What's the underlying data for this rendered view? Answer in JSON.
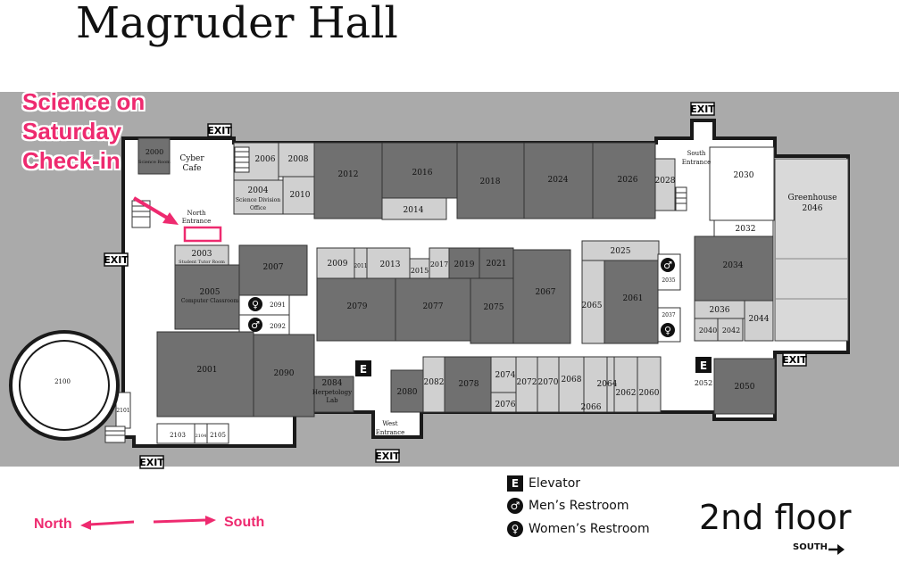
{
  "title": "Magruder Hall",
  "callout": {
    "line1": "Science on",
    "line2": "Saturday",
    "line3": "Check-in",
    "color": "#ee2a6f"
  },
  "directions": {
    "north": "North",
    "south": "South"
  },
  "floor": {
    "label": "2nd floor",
    "south_indicator": "SOUTH"
  },
  "legend": [
    {
      "icon": "elevator-icon",
      "symbol": "E",
      "label": "Elevator"
    },
    {
      "icon": "mens-restroom-icon",
      "symbol": "♂",
      "label": "Men’s Restroom"
    },
    {
      "icon": "womens-restroom-icon",
      "symbol": "♀",
      "label": "Women’s Restroom"
    }
  ],
  "exits": [
    "EXIT",
    "EXIT",
    "EXIT",
    "EXIT",
    "EXIT",
    "EXIT"
  ],
  "entrances": {
    "north": [
      "North",
      "Entrance"
    ],
    "south": [
      "South",
      "Entrance"
    ],
    "west": [
      "West",
      "Entrance"
    ]
  },
  "rooms": {
    "r2000": [
      "2000",
      "Science Room"
    ],
    "cyber": [
      "Cyber",
      "Cafe"
    ],
    "r2003": [
      "2003",
      "Student Tutor Room"
    ],
    "r2004": [
      "2004",
      "Science Division",
      "Office"
    ],
    "r2005": [
      "2005",
      "Computer Classroom"
    ],
    "r2084": [
      "2084",
      "Herpetology",
      "Lab"
    ],
    "greenhouse": [
      "Greenhouse",
      "2046"
    ],
    "numbers": [
      "2006",
      "2008",
      "2010",
      "2012",
      "2014",
      "2016",
      "2018",
      "2024",
      "2026",
      "2028",
      "2030",
      "2032",
      "2034",
      "2036",
      "2040",
      "2042",
      "2044",
      "2050",
      "2052",
      "2060",
      "2062",
      "2064",
      "2066",
      "2068",
      "2070",
      "2072",
      "2074",
      "2076",
      "2078",
      "2080",
      "2082",
      "2001",
      "2007",
      "2009",
      "2011",
      "2013",
      "2015",
      "2017",
      "2019",
      "2021",
      "2025",
      "2035",
      "2037",
      "2061",
      "2065",
      "2067",
      "2075",
      "2077",
      "2079",
      "2090",
      "2091",
      "2092",
      "2100",
      "2101",
      "2103",
      "2104",
      "2105"
    ]
  },
  "colors": {
    "background": "#aaaaaa",
    "room_dark": "#707070",
    "room_light": "#d0d0d0",
    "corridor": "#ffffff",
    "accent": "#ee2a6f"
  }
}
